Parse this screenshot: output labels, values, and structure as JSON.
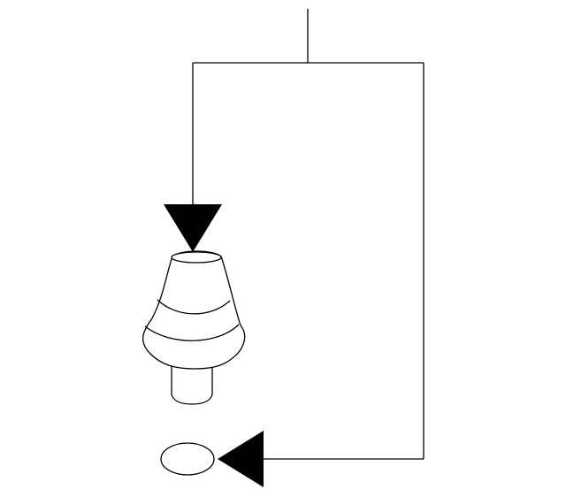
{
  "diagram": {
    "background_color": "#ffffff",
    "stroke_color": "#000000",
    "fill_color": "#000000",
    "parts": [
      {
        "name": "bell-shaped-part",
        "icon": "bell-shaped-part-icon"
      },
      {
        "name": "oval-part",
        "icon": "oval-part-icon"
      }
    ],
    "arrows": [
      {
        "name": "arrow-down-to-bell-part",
        "direction": "down"
      },
      {
        "name": "arrow-left-to-oval-part",
        "direction": "left"
      }
    ]
  }
}
